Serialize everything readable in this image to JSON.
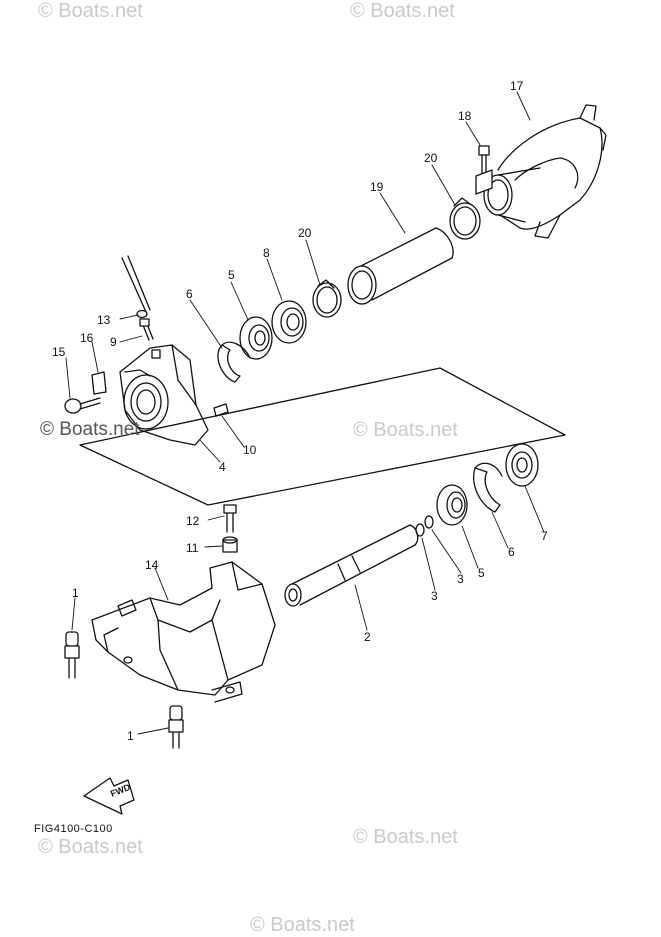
{
  "watermarks": [
    "© Boats.net",
    "© Boats.net",
    "© Boats.net",
    "© Boats.net",
    "© Boats.net",
    "© Boats.net",
    "© Boats.net"
  ],
  "figure_code": "FIG4100-C100",
  "fwd_label": "FWD",
  "callouts": [
    "1",
    "1",
    "2",
    "3",
    "3",
    "4",
    "5",
    "5",
    "6",
    "6",
    "7",
    "8",
    "9",
    "10",
    "11",
    "12",
    "13",
    "14",
    "15",
    "16",
    "17",
    "18",
    "19",
    "20",
    "20"
  ]
}
